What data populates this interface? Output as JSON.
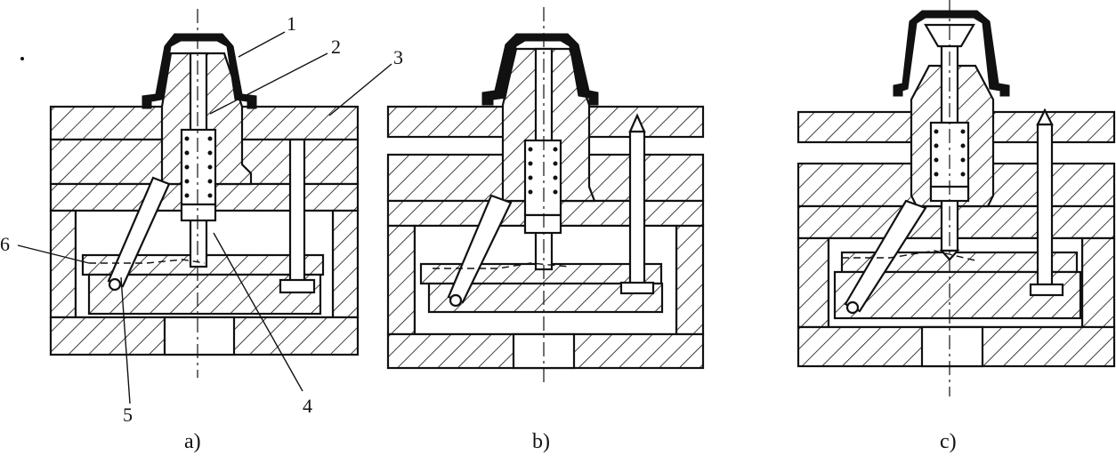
{
  "figure": {
    "part_numbers": [
      "1",
      "2",
      "3",
      "4",
      "5",
      "6"
    ],
    "captions": [
      "a)",
      "b)",
      "c)"
    ]
  },
  "colors": {
    "line": "#111111",
    "background": "#ffffff",
    "part": "#111111"
  },
  "icons": {
    "spring": "spring-coil-icon",
    "hatch": "section-hatch-pattern"
  }
}
